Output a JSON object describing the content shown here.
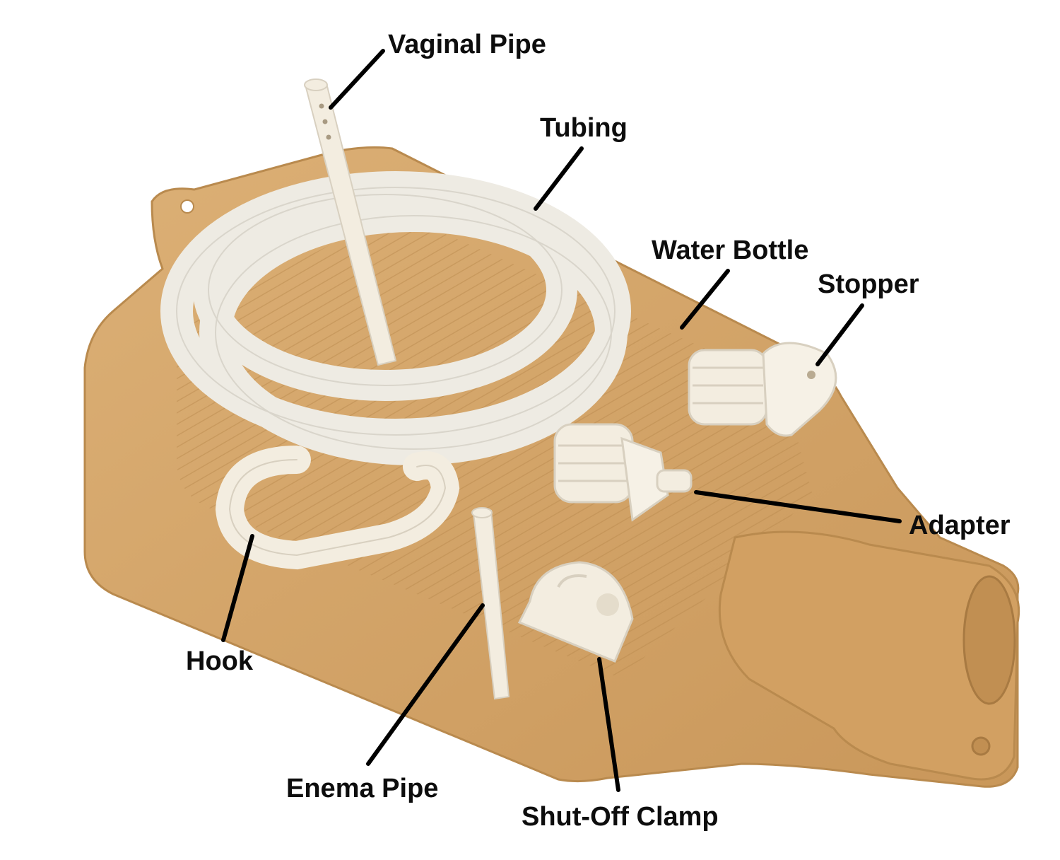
{
  "labels": {
    "vaginal_pipe": "Vaginal Pipe",
    "tubing": "Tubing",
    "water_bottle": "Water Bottle",
    "stopper": "Stopper",
    "adapter": "Adapter",
    "hook": "Hook",
    "enema_pipe": "Enema Pipe",
    "shut_off_clamp": "Shut-Off Clamp"
  },
  "colors": {
    "bottle": "#d6a76a",
    "bottle_shadow": "#b98a4e",
    "tubing": "#efece4",
    "parts": "#f3ede0",
    "text": "#0d0d0d"
  }
}
